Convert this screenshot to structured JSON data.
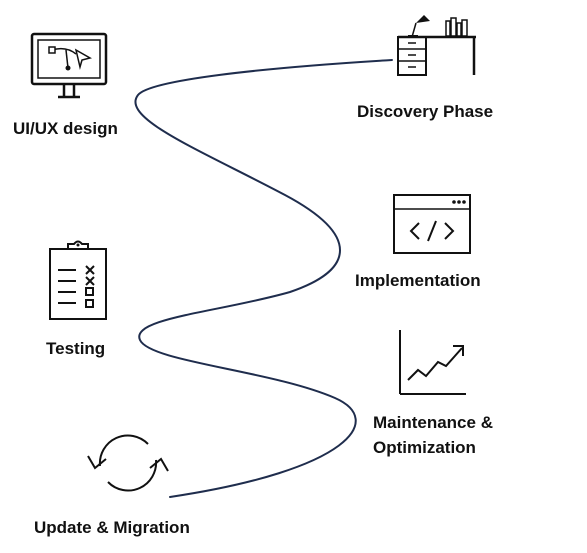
{
  "colors": {
    "path": "#1f2d4d",
    "icon": "#111111",
    "text": "#111111",
    "background": "#ffffff"
  },
  "steps": [
    {
      "id": "uiux",
      "label": "UI/UX design",
      "icon": "monitor-pen-tool-icon"
    },
    {
      "id": "discovery",
      "label": "Discovery Phase",
      "icon": "desk-icon"
    },
    {
      "id": "implementation",
      "label": "Implementation",
      "icon": "code-window-icon"
    },
    {
      "id": "testing",
      "label": "Testing",
      "icon": "clipboard-checklist-icon"
    },
    {
      "id": "maintenance",
      "label_line1": "Maintenance &",
      "label_line2": "Optimization",
      "icon": "growth-chart-icon"
    },
    {
      "id": "update",
      "label": "Update & Migration",
      "icon": "refresh-arrows-icon"
    }
  ]
}
